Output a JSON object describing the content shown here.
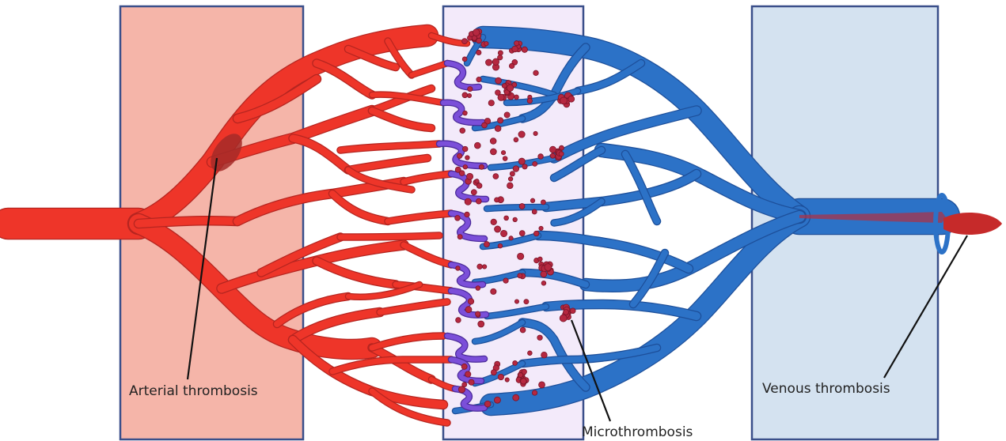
{
  "labels": {
    "arterial": "Arterial thrombosis",
    "micro": "Microthrombosis",
    "venous": "Venous thrombosis"
  },
  "colors": {
    "artery": "#ee3529",
    "artery_edge": "#b52520",
    "vein": "#2c72c7",
    "vein_edge": "#1d4f9a",
    "capillary_transition": "#7b4fd9",
    "clot": "#b52840",
    "arterial_zone": "#f5b5a9",
    "capillary_zone": "#f1e6f9",
    "venous_zone": "#d4e2f0",
    "zone_border": "#3a4f8a"
  }
}
